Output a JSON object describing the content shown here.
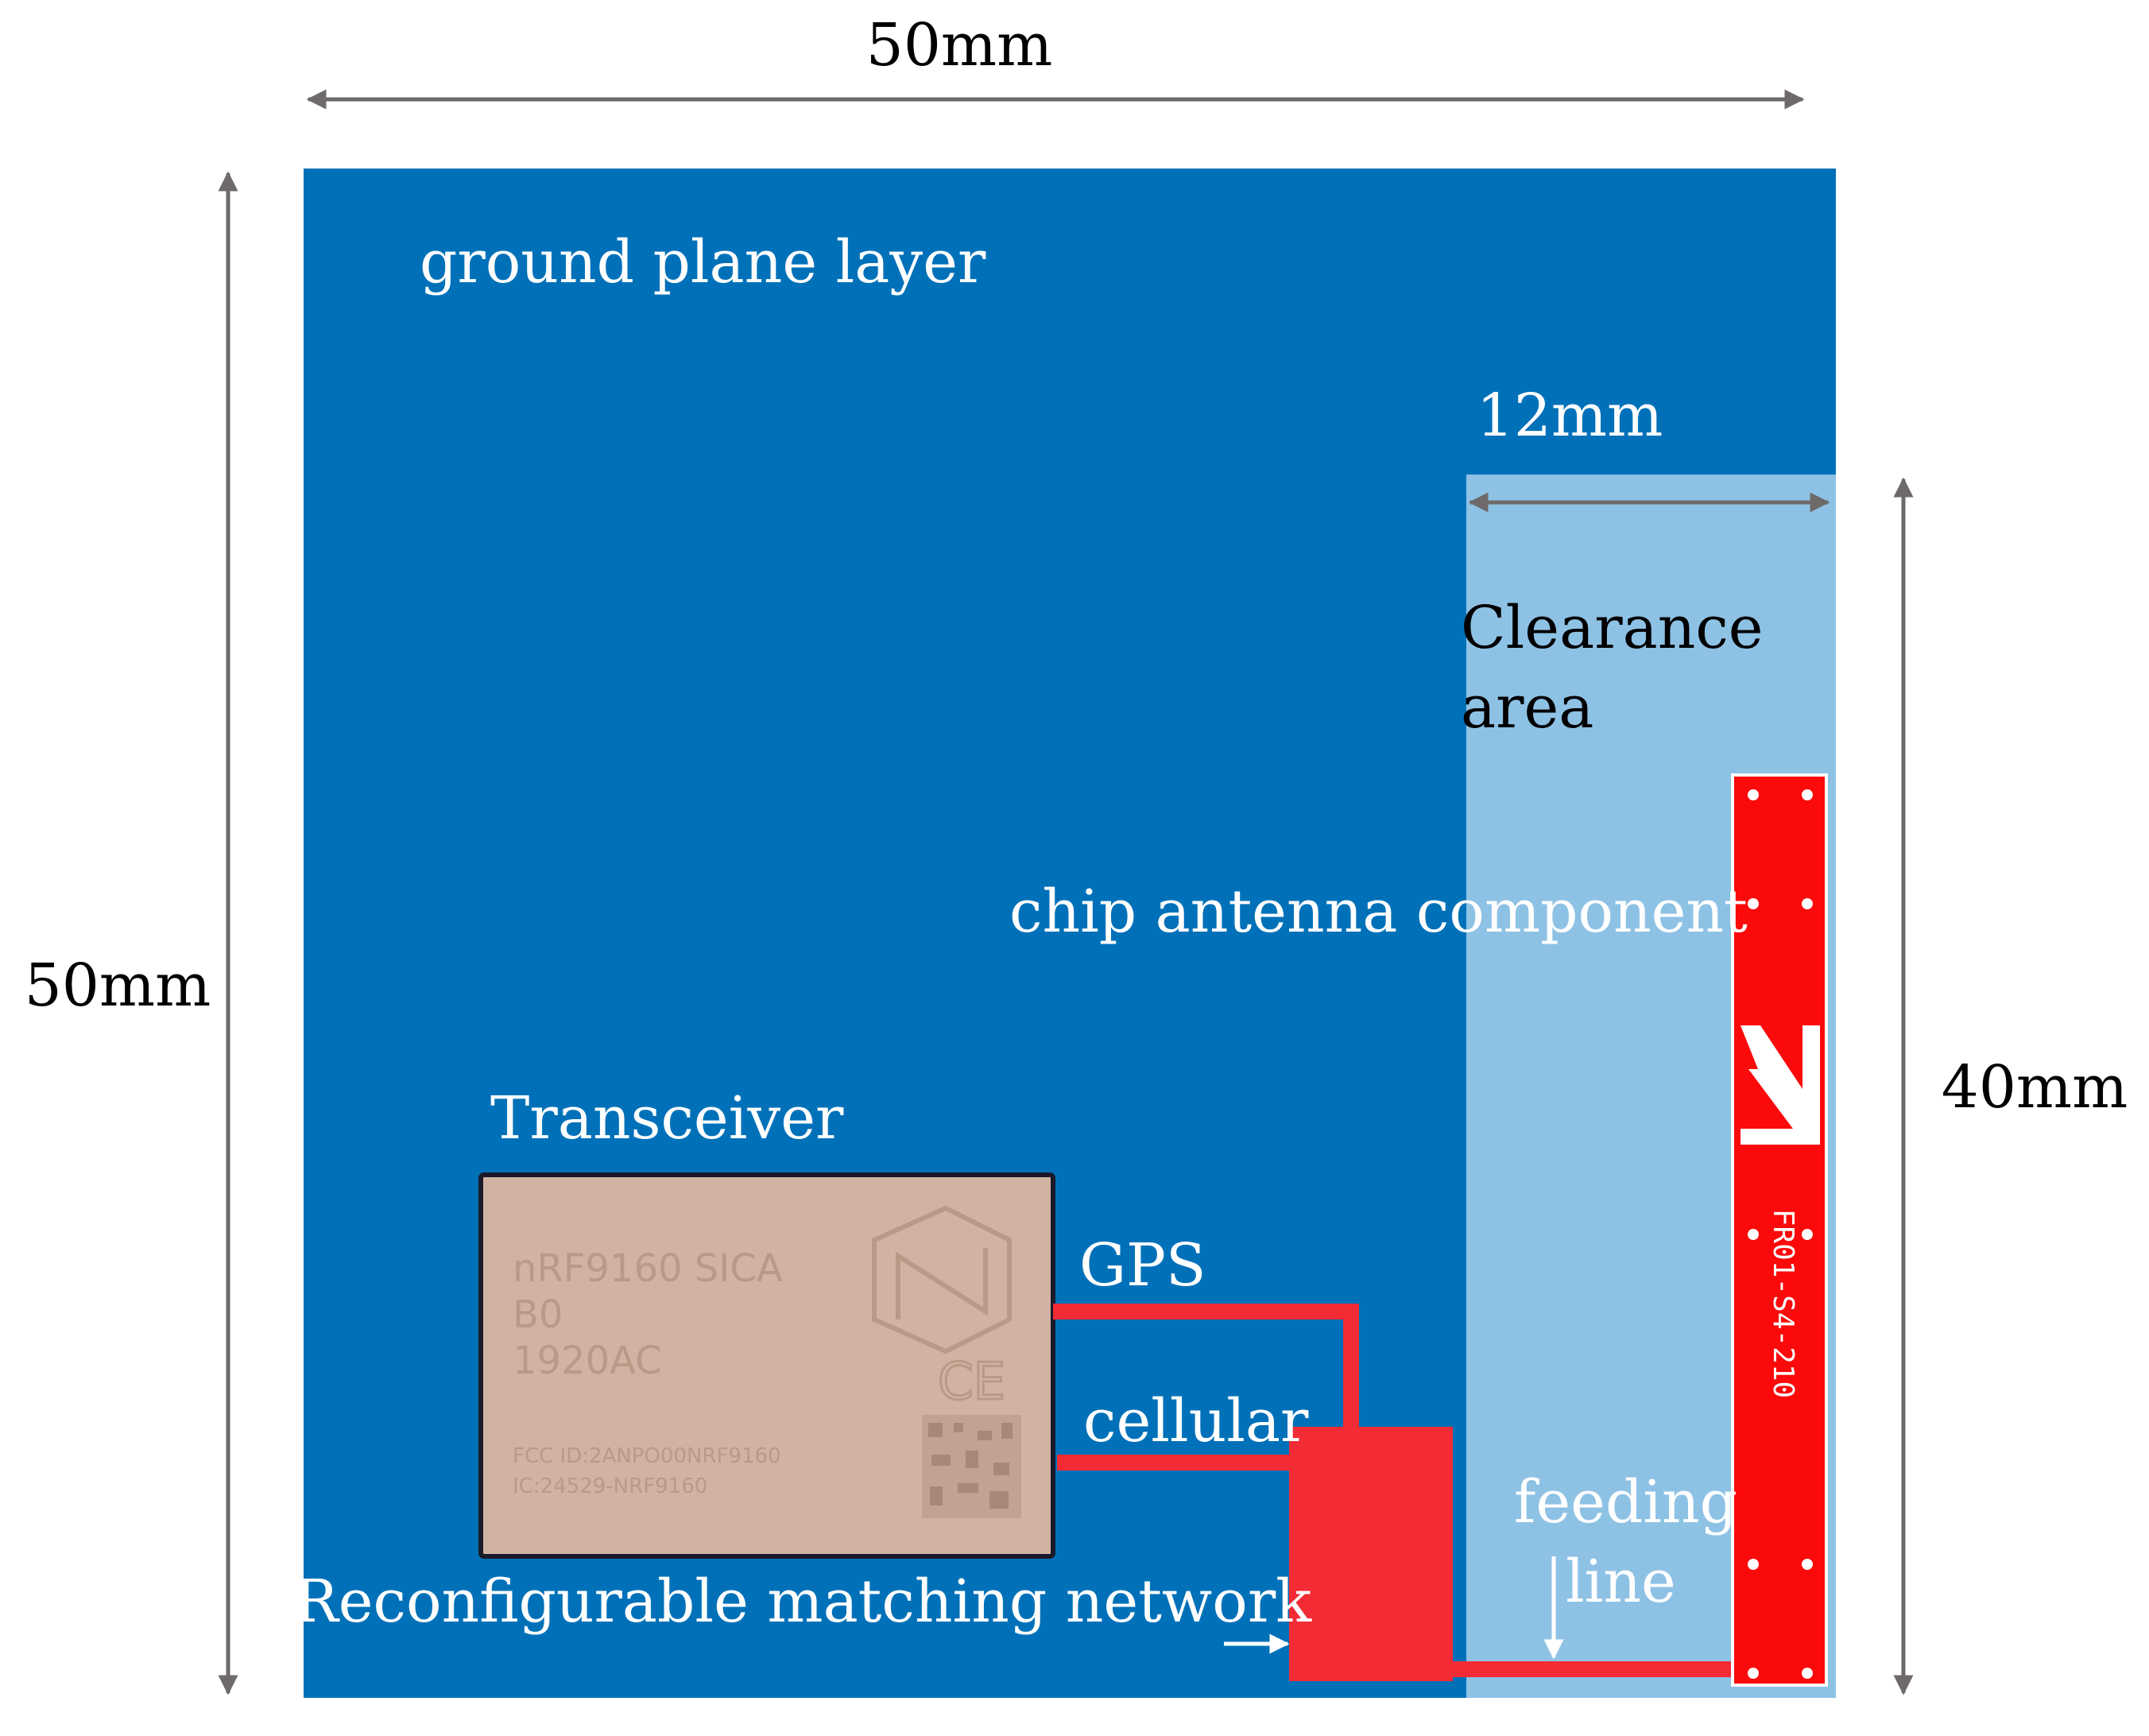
{
  "dimensions": {
    "top_width": "50mm",
    "left_height": "50mm",
    "clearance_width": "12mm",
    "right_height": "40mm"
  },
  "labels": {
    "ground_plane": "ground plane layer",
    "clearance_line1": "Clearance",
    "clearance_line2": "area",
    "chip_antenna": "chip antenna component",
    "transceiver": "Transceiver",
    "gps": "GPS",
    "cellular": "cellular",
    "matching_network": "Reconfigurable matching network",
    "feeding_line1": "feeding",
    "feeding_line2": "line"
  },
  "chip_markings": {
    "line1": "nRF9160 SICA",
    "line2": "B0",
    "line3": "1920AC",
    "fcc_line": "FCC ID:2ANPO00NRF9160",
    "ic_line": "IC:24529-NRF9160"
  },
  "antenna_marking": "FR01-S4-210",
  "colors": {
    "ground_plane": "#0071b9",
    "clearance": "#8ec2e5",
    "trace": "#f22b34",
    "antenna": "#fa0a0a",
    "arrow": "#6e6a6a",
    "chip": "#d1b3a3"
  }
}
